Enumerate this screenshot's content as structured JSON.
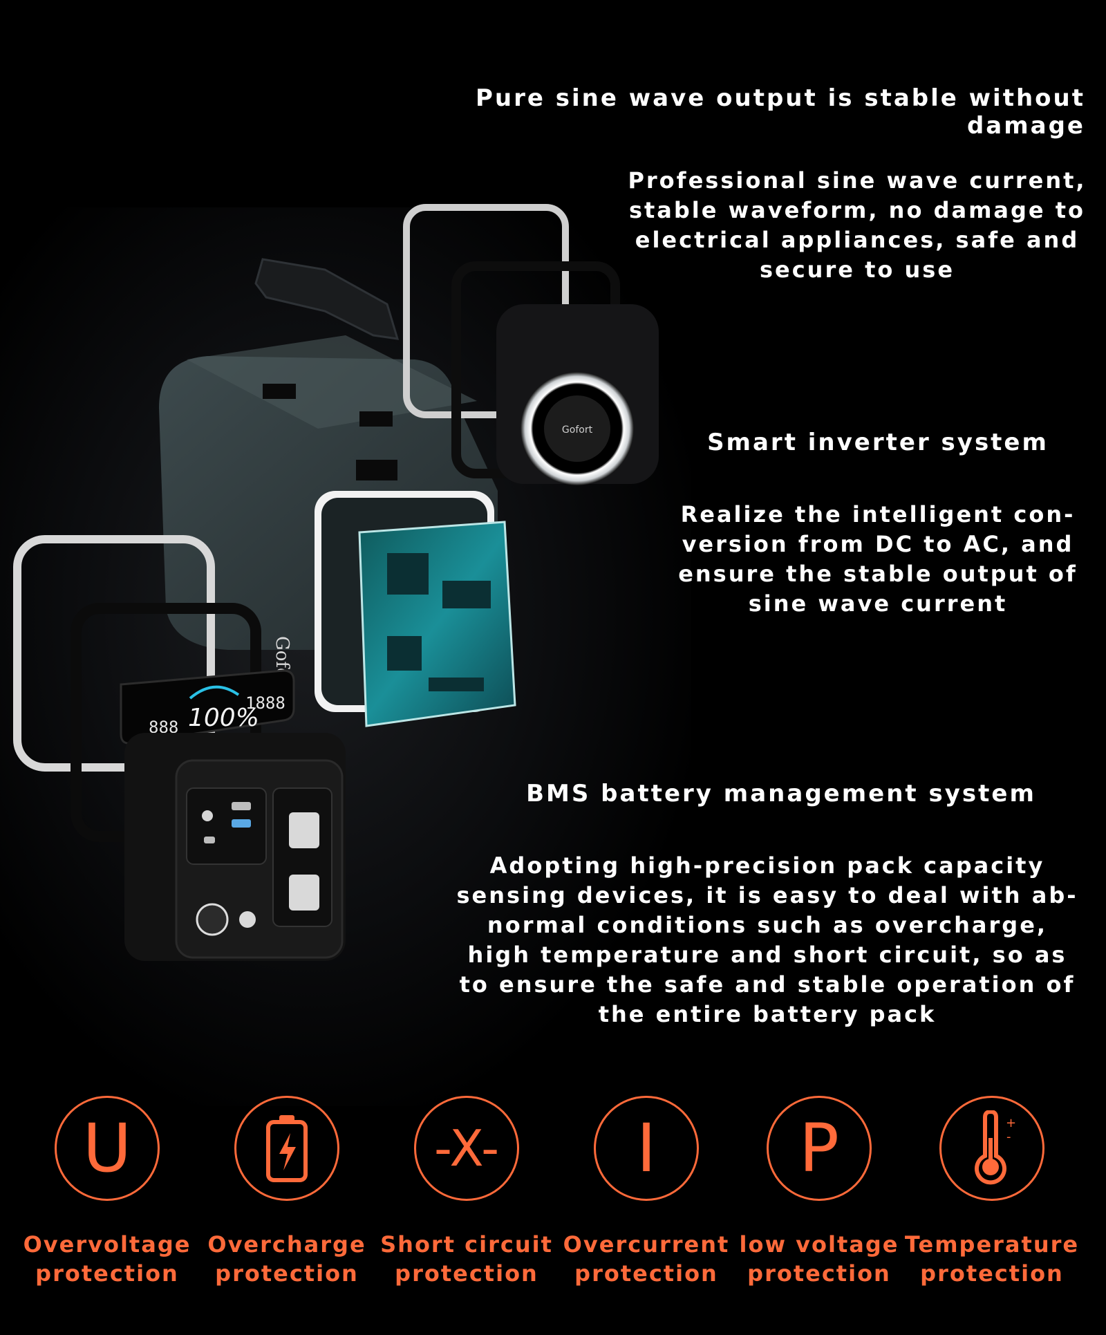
{
  "section_sine_wave": {
    "heading": "Pure sine wave output is stable without damage",
    "body_lines": [
      "Professional sine wave current,",
      "stable waveform, no damage to",
      "electrical appliances, safe and",
      "secure to use"
    ]
  },
  "section_inverter": {
    "heading": "Smart inverter system",
    "body_lines": [
      "Realize the intelligent con-",
      "version from DC to AC, and",
      "ensure the stable output of",
      "sine wave current"
    ]
  },
  "section_bms": {
    "heading": "BMS battery management system",
    "body_lines": [
      "Adopting high-precision pack capacity",
      "sensing devices, it is easy to deal with ab-",
      "normal conditions such as overcharge,",
      "high temperature and short circuit, so as",
      "to ensure the safe and stable operation of",
      "the entire battery pack"
    ]
  },
  "product_image": {
    "display_reading": "100%",
    "display_left": "888",
    "display_right": "1888",
    "brand_mark": "Gofort"
  },
  "protections": [
    {
      "symbol": "U",
      "icon": "voltage-u-icon",
      "line1": "Overvoltage",
      "line2": "protection"
    },
    {
      "symbol": "",
      "icon": "battery-charge-icon",
      "line1": "Overcharge",
      "line2": "protection"
    },
    {
      "symbol": "-X-",
      "icon": "short-circuit-icon",
      "line1": "Short circuit",
      "line2": "protection"
    },
    {
      "symbol": "I",
      "icon": "current-i-icon",
      "line1": "Overcurrent",
      "line2": "protection"
    },
    {
      "symbol": "P",
      "icon": "low-voltage-p-icon",
      "line1": "low voltage",
      "line2": "protection"
    },
    {
      "symbol": "",
      "icon": "thermometer-icon",
      "line1": "Temperature",
      "line2": "protection"
    }
  ],
  "colors": {
    "accent": "#ff6a3a",
    "background": "#000000",
    "text": "#ffffff"
  }
}
